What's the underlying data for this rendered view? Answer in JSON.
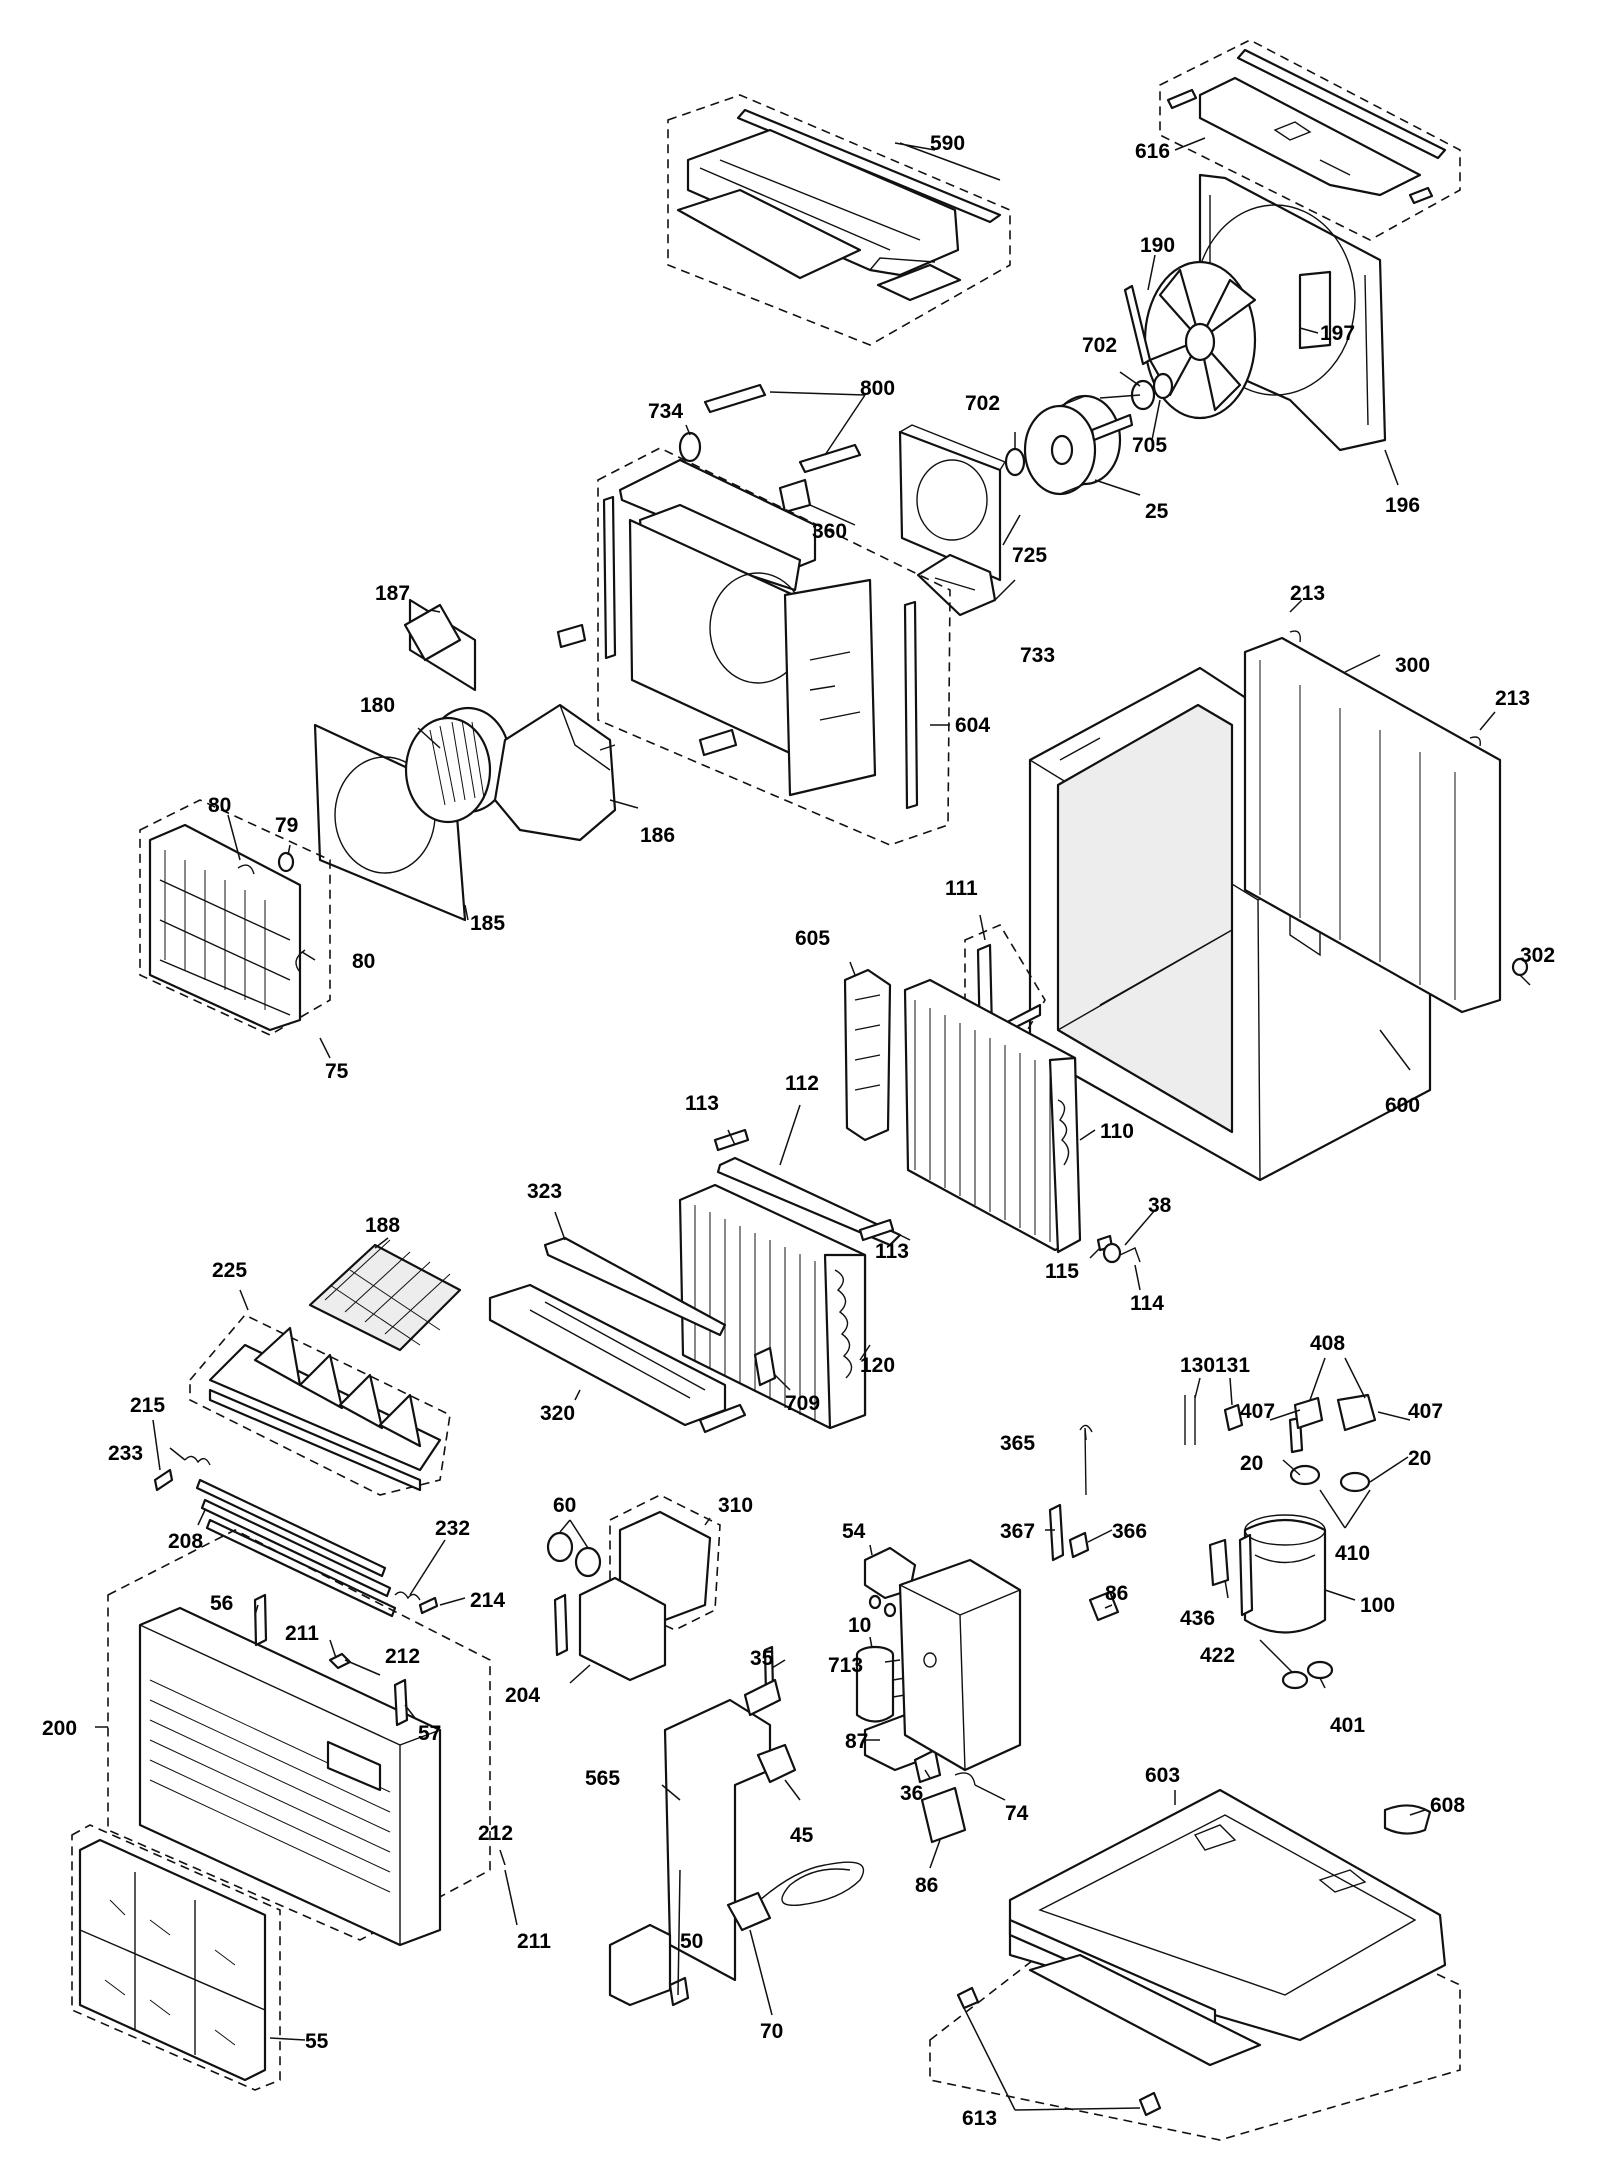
{
  "callouts": [
    {
      "id": "590",
      "text": "590"
    },
    {
      "id": "616",
      "text": "616"
    },
    {
      "id": "190",
      "text": "190"
    },
    {
      "id": "197",
      "text": "197"
    },
    {
      "id": "702a",
      "text": "702"
    },
    {
      "id": "702b",
      "text": "702"
    },
    {
      "id": "705",
      "text": "705"
    },
    {
      "id": "800",
      "text": "800"
    },
    {
      "id": "734",
      "text": "734"
    },
    {
      "id": "196",
      "text": "196"
    },
    {
      "id": "25",
      "text": "25"
    },
    {
      "id": "360",
      "text": "360"
    },
    {
      "id": "725",
      "text": "725"
    },
    {
      "id": "733",
      "text": "733"
    },
    {
      "id": "187",
      "text": "187"
    },
    {
      "id": "213a",
      "text": "213"
    },
    {
      "id": "300",
      "text": "300"
    },
    {
      "id": "213b",
      "text": "213"
    },
    {
      "id": "180",
      "text": "180"
    },
    {
      "id": "604",
      "text": "604"
    },
    {
      "id": "186",
      "text": "186"
    },
    {
      "id": "80a",
      "text": "80"
    },
    {
      "id": "79",
      "text": "79"
    },
    {
      "id": "185",
      "text": "185"
    },
    {
      "id": "80b",
      "text": "80"
    },
    {
      "id": "75",
      "text": "75"
    },
    {
      "id": "111",
      "text": "111"
    },
    {
      "id": "302",
      "text": "302"
    },
    {
      "id": "605",
      "text": "605"
    },
    {
      "id": "600",
      "text": "600"
    },
    {
      "id": "113a",
      "text": "113"
    },
    {
      "id": "112",
      "text": "112"
    },
    {
      "id": "110",
      "text": "110"
    },
    {
      "id": "38",
      "text": "38"
    },
    {
      "id": "113b",
      "text": "113"
    },
    {
      "id": "115",
      "text": "115"
    },
    {
      "id": "114",
      "text": "114"
    },
    {
      "id": "323",
      "text": "323"
    },
    {
      "id": "188",
      "text": "188"
    },
    {
      "id": "225",
      "text": "225"
    },
    {
      "id": "120",
      "text": "120"
    },
    {
      "id": "709",
      "text": "709"
    },
    {
      "id": "320",
      "text": "320"
    },
    {
      "id": "408",
      "text": "408"
    },
    {
      "id": "130",
      "text": "130"
    },
    {
      "id": "131",
      "text": "131"
    },
    {
      "id": "407a",
      "text": "407"
    },
    {
      "id": "407b",
      "text": "407"
    },
    {
      "id": "215",
      "text": "215"
    },
    {
      "id": "365",
      "text": "365"
    },
    {
      "id": "20a",
      "text": "20"
    },
    {
      "id": "20b",
      "text": "20"
    },
    {
      "id": "233",
      "text": "233"
    },
    {
      "id": "60",
      "text": "60"
    },
    {
      "id": "310",
      "text": "310"
    },
    {
      "id": "54",
      "text": "54"
    },
    {
      "id": "367",
      "text": "367"
    },
    {
      "id": "366",
      "text": "366"
    },
    {
      "id": "410",
      "text": "410"
    },
    {
      "id": "208",
      "text": "208"
    },
    {
      "id": "232",
      "text": "232"
    },
    {
      "id": "214",
      "text": "214"
    },
    {
      "id": "86a",
      "text": "86"
    },
    {
      "id": "436",
      "text": "436"
    },
    {
      "id": "100",
      "text": "100"
    },
    {
      "id": "56",
      "text": "56"
    },
    {
      "id": "211a",
      "text": "211"
    },
    {
      "id": "212a",
      "text": "212"
    },
    {
      "id": "10",
      "text": "10"
    },
    {
      "id": "422",
      "text": "422"
    },
    {
      "id": "35",
      "text": "35"
    },
    {
      "id": "713",
      "text": "713"
    },
    {
      "id": "204",
      "text": "204"
    },
    {
      "id": "200",
      "text": "200"
    },
    {
      "id": "57",
      "text": "57"
    },
    {
      "id": "401",
      "text": "401"
    },
    {
      "id": "87",
      "text": "87"
    },
    {
      "id": "565",
      "text": "565"
    },
    {
      "id": "36",
      "text": "36"
    },
    {
      "id": "74",
      "text": "74"
    },
    {
      "id": "603",
      "text": "603"
    },
    {
      "id": "45",
      "text": "45"
    },
    {
      "id": "608",
      "text": "608"
    },
    {
      "id": "212b",
      "text": "212"
    },
    {
      "id": "86b",
      "text": "86"
    },
    {
      "id": "50",
      "text": "50"
    },
    {
      "id": "211b",
      "text": "211"
    },
    {
      "id": "55",
      "text": "55"
    },
    {
      "id": "70",
      "text": "70"
    },
    {
      "id": "613",
      "text": "613"
    }
  ]
}
